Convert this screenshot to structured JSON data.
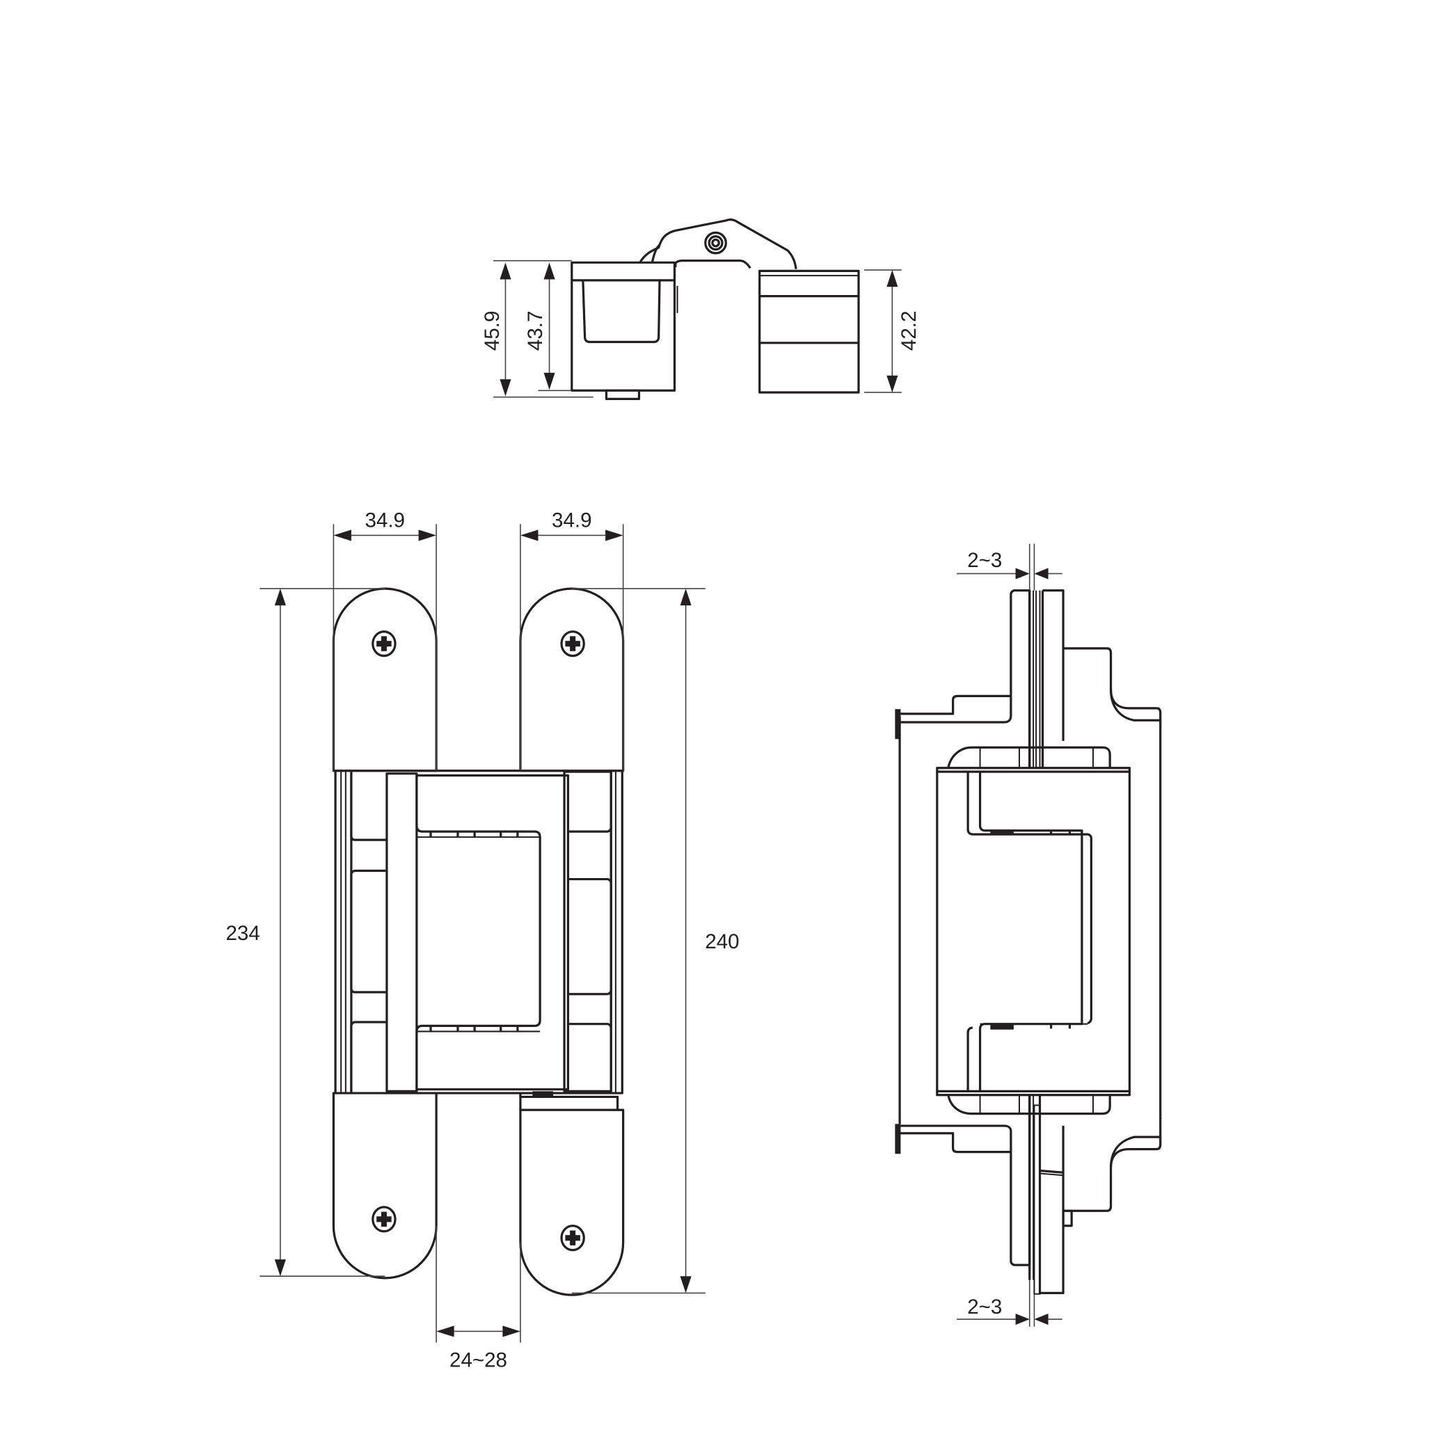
{
  "drawing": {
    "subject": "Concealed 3D adjustable hinge — technical drawing",
    "views": [
      "top-view",
      "front-view",
      "side-view"
    ]
  },
  "top_view": {
    "dimensions": {
      "overall_height_left": "45.9",
      "body_height_left": "43.7",
      "body_height_right": "42.2"
    }
  },
  "front_view": {
    "dimensions": {
      "leaf_width_left": "34.9",
      "leaf_width_right": "34.9",
      "length_left": "234",
      "length_right": "240",
      "gap": "24~28"
    }
  },
  "side_view": {
    "dimensions": {
      "gap_top": "2~3",
      "gap_bottom": "2~3"
    }
  },
  "colors": {
    "line": "#231f20",
    "background": "#ffffff"
  }
}
